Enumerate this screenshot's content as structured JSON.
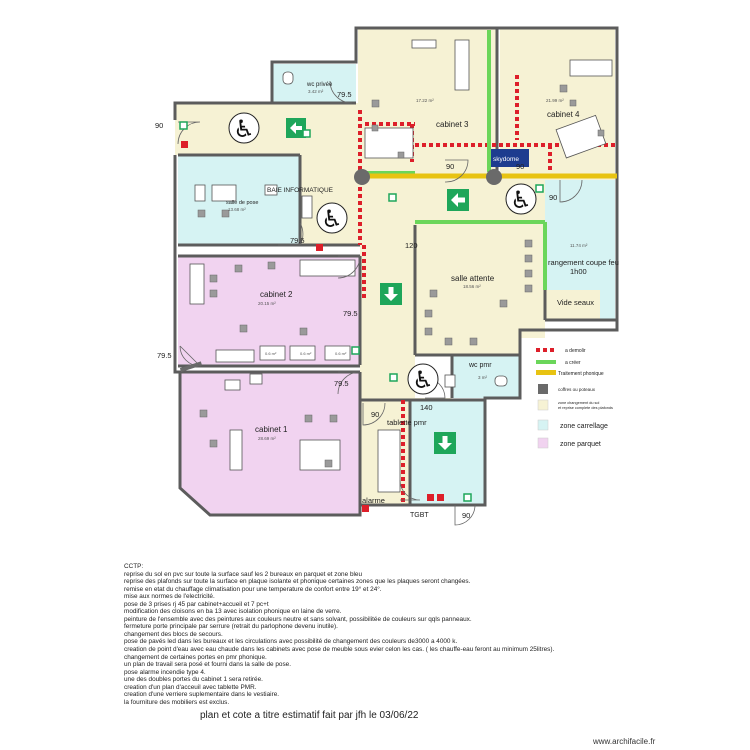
{
  "colors": {
    "cream": "#f6f2d4",
    "cyan": "#d6f3f3",
    "pink": "#f1d3f0",
    "wall": "#5c5c5c",
    "demolish": "#dd1f2a",
    "create": "#6bd65a",
    "phonic": "#e8c312",
    "exit_green": "#1ea65a"
  },
  "rooms": {
    "wc_privee": {
      "name": "wc privée",
      "area": "3.42 m²"
    },
    "cabinet3": {
      "name": "cabinet 3",
      "area": "17.22 m²"
    },
    "cabinet4": {
      "name": "cabinet 4",
      "area": "21.99 m²"
    },
    "skydome": "skydome",
    "baie": "BAIE INFORMATIQUE",
    "salle_pose": {
      "name": "salle de pose",
      "area": "13.68 m²"
    },
    "salle_attente": {
      "name": "salle attente",
      "area": "18.56 m²"
    },
    "rangement": {
      "name": "rangement coupe feu",
      "sub": "1h00",
      "area": "11.74 m²"
    },
    "vide_seaux": "Vide seaux",
    "cabinet2": {
      "name": "cabinet 2",
      "area": "20.15 m²"
    },
    "cabinet1": {
      "name": "cabinet 1",
      "area": "28.69 m²"
    },
    "wc_pmr": {
      "name": "wc pmr",
      "area": "3 m²"
    },
    "tablette": "tablette pmr",
    "alarme": "alarme",
    "tgbt": "TGBT",
    "small_area": "0.6 m²"
  },
  "dims": {
    "d90": "90",
    "d79": "79.5",
    "d120": "120",
    "d140": "140"
  },
  "legend": {
    "demolir": "a demolir",
    "creer": "a créer",
    "phonique": "Traitement phonique",
    "coffres": "coffres ou poteaux",
    "zone_chg": "zone changement du sol",
    "zone_chg2": "et reprise complete des plafonds",
    "carrelage": "zone carrellage",
    "parquet": "zone parquet"
  },
  "notes": [
    "CCTP:",
    "reprise du sol en pvc sur toute la surface sauf les 2 bureaux en parquet et zone bleu",
    "reprise des plafonds sur toute la surface en plaque isolante et phonique certaines zones que les plaques seront changées.",
    "remise en etat du chauffage climatisation pour une temperature de confort entre 19° et 24°.",
    "mise aux normes de l'electricité.",
    "pose de 3 prises rj 45 par cabinet+accueil et 7 pc+t",
    "modification des cloisons en ba 13 avec isolation phonique en laine de verre.",
    "peinture de l'ensemble avec des peintures aux couleurs neutre et sans solvant, possibilitée de couleurs sur qqls panneaux.",
    "fermeture porte principale par serrure (retrait du parlophone devenu inutile).",
    "changement des blocs de secours.",
    "pose de pavés led dans les bureaux et les circulations avec possibilité de changement des couleurs de3000 a 4000 k.",
    "creation de point d'eau avec eau chaude dans les cabinets avec pose de meuble sous evier celon les cas. ( les chauffe-eau feront au minimum 25litres).",
    "changement de certaines portes en pmr phonique.",
    "un plan de travail sera posé et fourni dans la salle de pose.",
    "pose alarme incendie type 4.",
    "une des doubles portes du cabinet 1 sera retirée.",
    "creation d'un plan d'acceuil avec tablette PMR.",
    "creation d'une verriere suplementaire dans le vestiaire.",
    "la fourniture des mobiliers est exclus."
  ],
  "footer": "plan et cote a titre estimatif fait par jfh le 03/06/22",
  "credit": "www.archifacile.fr"
}
